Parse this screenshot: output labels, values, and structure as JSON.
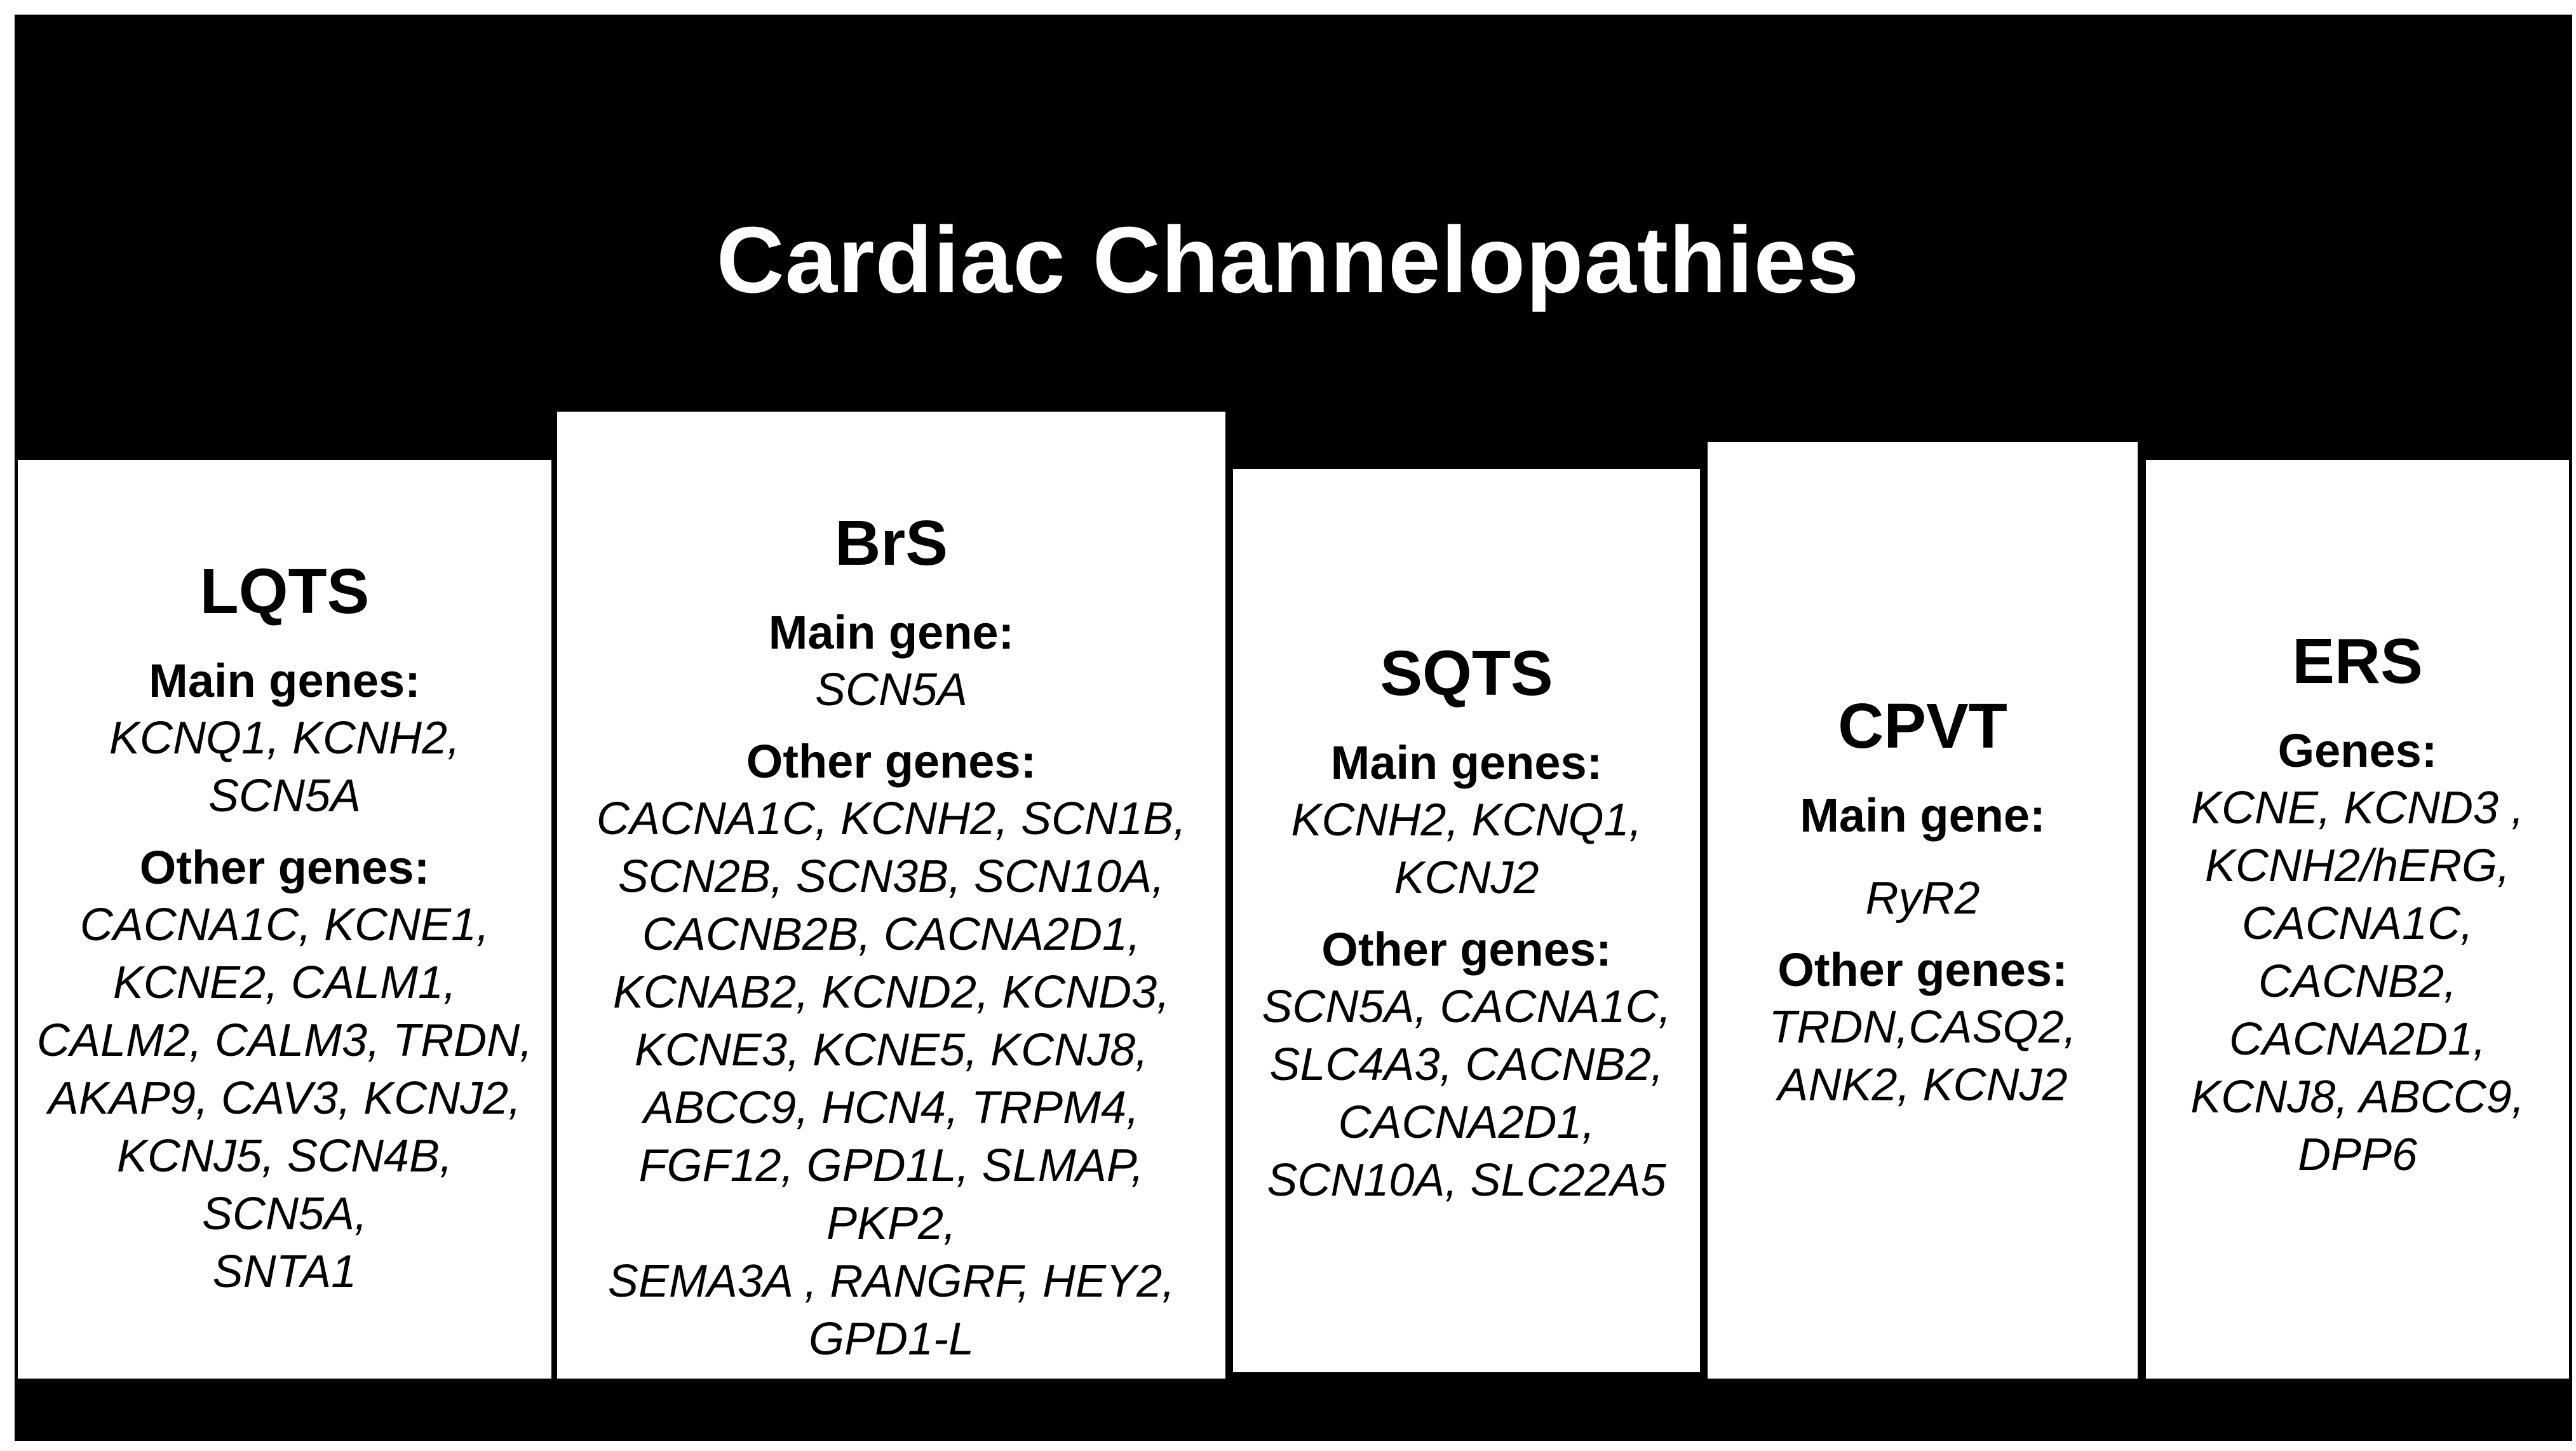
{
  "title": "Cardiac Channelopathies",
  "colors": {
    "background": "#000000",
    "panel": "#ffffff",
    "title_text": "#ffffff",
    "text": "#000000"
  },
  "panels": [
    {
      "heading": "LQTS",
      "main_label": "Main genes:",
      "main_lines": [
        "KCNQ1, KCNH2,",
        "SCN5A"
      ],
      "other_label": "Other genes:",
      "other_lines": [
        "CACNA1C, KCNE1,",
        "KCNE2, CALM1,",
        "CALM2, CALM3, TRDN,",
        "AKAP9, CAV3, KCNJ2,",
        "KCNJ5, SCN4B, SCN5A,",
        "SNTA1"
      ]
    },
    {
      "heading": "BrS",
      "main_label": "Main gene:",
      "main_lines": [
        "SCN5A"
      ],
      "other_label": "Other genes:",
      "other_lines": [
        "CACNA1C, KCNH2, SCN1B,",
        "SCN2B, SCN3B, SCN10A,",
        "CACNB2B, CACNA2D1,",
        "KCNAB2, KCND2, KCND3,",
        "KCNE3, KCNE5, KCNJ8,",
        "ABCC9, HCN4, TRPM4,",
        "FGF12, GPD1L, SLMAP, PKP2,",
        "SEMA3A , RANGRF, HEY2,",
        "GPD1-L"
      ]
    },
    {
      "heading": "SQTS",
      "main_label": "Main genes:",
      "main_lines": [
        "KCNH2, KCNQ1,",
        "KCNJ2"
      ],
      "other_label": "Other genes:",
      "other_lines": [
        "SCN5A, CACNA1C,",
        "SLC4A3,  CACNB2,",
        "CACNA2D1,",
        "SCN10A, SLC22A5"
      ]
    },
    {
      "heading": "CPVT",
      "main_label": "Main gene:",
      "main_lines": [
        "RyR2"
      ],
      "other_label": "Other genes:",
      "other_lines": [
        "TRDN,CASQ2,",
        "ANK2, KCNJ2"
      ]
    },
    {
      "heading": "ERS",
      "main_label": "Genes:",
      "main_lines": [
        "KCNE, KCND3 ,",
        "KCNH2/hERG,",
        "CACNA1C,",
        "CACNB2,",
        "CACNA2D1,",
        "KCNJ8, ABCC9,",
        "DPP6"
      ]
    }
  ]
}
